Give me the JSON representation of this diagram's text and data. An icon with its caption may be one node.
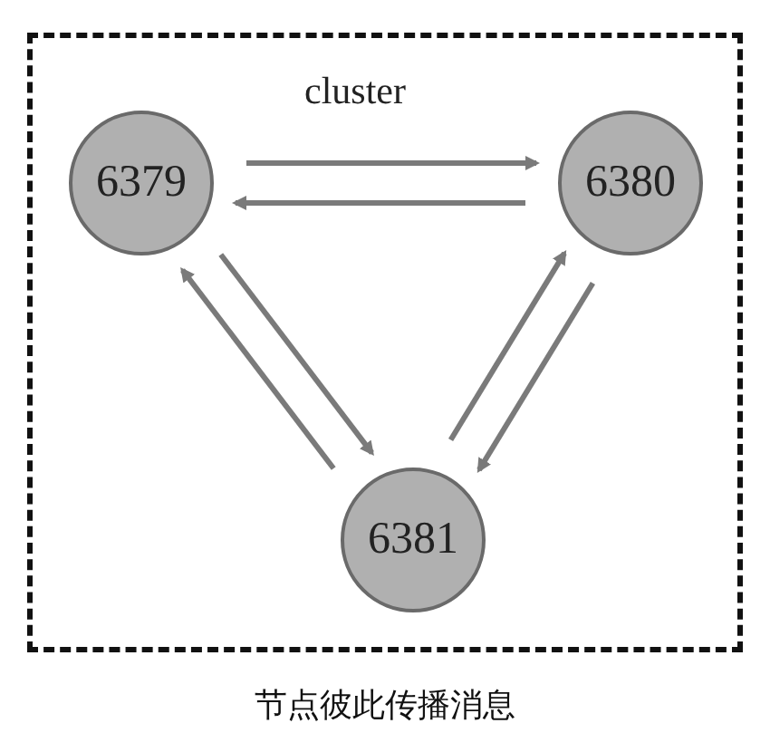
{
  "diagram": {
    "caption": "节点彼此传播消息",
    "nodes": [
      {
        "text": [
          "cluster"
        ]
      },
      {
        "text": [
          "6379"
        ],
        "in": 0
      },
      {
        "text": [
          "6380"
        ],
        "in": 0
      },
      {
        "text": [
          "6381"
        ],
        "in": 0
      }
    ],
    "edges": [
      {
        "from": 1,
        "to": 2,
        "arrow": "to"
      },
      {
        "from": 2,
        "to": 1,
        "arrow": "to"
      },
      {
        "from": 1,
        "to": 3,
        "arrow": "to"
      },
      {
        "from": 3,
        "to": 1,
        "arrow": "to"
      },
      {
        "from": 2,
        "to": 3,
        "arrow": "to"
      },
      {
        "from": 3,
        "to": 2,
        "arrow": "to"
      }
    ]
  }
}
